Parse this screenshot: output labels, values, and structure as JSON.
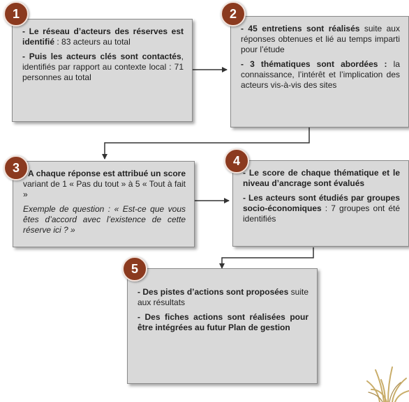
{
  "steps": [
    {
      "number": "1",
      "paragraphs": [
        {
          "segments": [
            {
              "text": "- Le réseau d’acteurs des réserves est identifié",
              "bold": true
            },
            {
              "text": " : 83 acteurs au total"
            }
          ]
        },
        {
          "segments": [
            {
              "text": "- Puis les acteurs clés sont contactés",
              "bold": true
            },
            {
              "text": ", identifiés par rapport au contexte local : 71 personnes au total"
            }
          ]
        }
      ]
    },
    {
      "number": "2",
      "paragraphs": [
        {
          "segments": [
            {
              "text": "- 45 entretiens sont réalisés",
              "bold": true
            },
            {
              "text": " suite aux réponses obtenues et lié au temps imparti pour l’étude"
            }
          ]
        },
        {
          "segments": [
            {
              "text": "- 3 thématiques sont abordées :",
              "bold": true
            },
            {
              "text": " la connaissance, l’intérêt et l’implication des acteurs vis-à-vis des sites"
            }
          ]
        }
      ]
    },
    {
      "number": "3",
      "paragraphs": [
        {
          "segments": [
            {
              "text": "- A chaque réponse est attribué un score",
              "bold": true
            },
            {
              "text": " variant de 1 « Pas du tout » à 5 « Tout à fait »"
            }
          ]
        },
        {
          "segments": [
            {
              "text": "Exemple de question : « Est-ce que vous êtes d’accord avec l’existence de cette réserve ici ? »",
              "italic": true
            }
          ]
        }
      ]
    },
    {
      "number": "4",
      "paragraphs": [
        {
          "segments": [
            {
              "text": "- Le score de chaque thématique et le niveau d’ancrage sont évalués",
              "bold": true
            }
          ]
        },
        {
          "segments": [
            {
              "text": "- Les acteurs sont étudiés par groupes socio-économiques",
              "bold": true
            },
            {
              "text": " : 7 groupes ont été identifiés"
            }
          ]
        }
      ]
    },
    {
      "number": "5",
      "paragraphs": [
        {
          "segments": [
            {
              "text": "- Des pistes d’actions sont proposées",
              "bold": true
            },
            {
              "text": " suite aux résultats"
            }
          ]
        },
        {
          "segments": [
            {
              "text": "- Des fiches actions sont réalisées pour être intégrées au futur Plan de gestion",
              "bold": true
            }
          ]
        }
      ]
    }
  ],
  "colors": {
    "badge": "#8b3a1f",
    "box": "#d9d9d9",
    "arrow": "#333333",
    "grass": "#c9ad6a"
  },
  "decoration_icon": "reed-grass-icon"
}
